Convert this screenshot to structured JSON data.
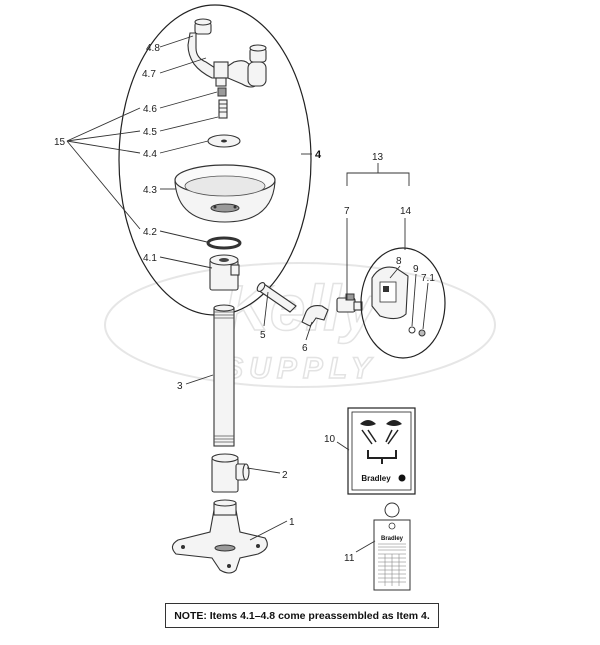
{
  "watermark": {
    "line1": "Kelly",
    "line2": "SUPPLY"
  },
  "labels": {
    "p48": "4.8",
    "p47": "4.7",
    "p46": "4.6",
    "p45": "4.5",
    "p44": "4.4",
    "p43": "4.3",
    "p42": "4.2",
    "p41": "4.1",
    "p15": "15",
    "p4": "4",
    "p13": "13",
    "p7": "7",
    "p14": "14",
    "p8": "8",
    "p9": "9",
    "p71": "7.1",
    "p5": "5",
    "p6": "6",
    "p3": "3",
    "p2": "2",
    "p1": "1",
    "p10": "10",
    "p11": "11"
  },
  "sign_brand": "Bradley",
  "tag_brand": "Bradley",
  "note": "NOTE:  Items 4.1–4.8 come preassembled as Item 4."
}
